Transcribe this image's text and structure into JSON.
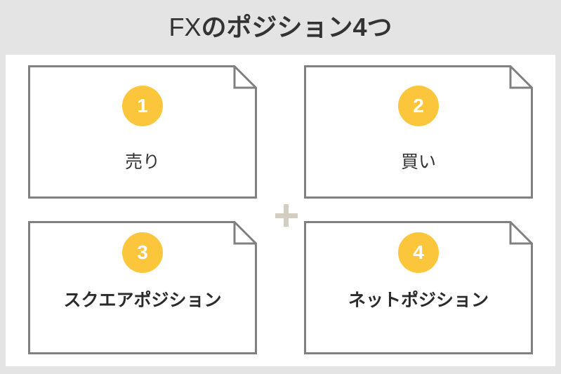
{
  "page": {
    "background_color": "#e4e4e4",
    "panel_color": "#ffffff",
    "title_latin": "FX",
    "title_jp": "のポジション4つ",
    "title_full": "FXのポジション4つ"
  },
  "theme": {
    "badge_color": "#fcc63c",
    "badge_text_color": "#ffffff",
    "card_border_color": "#808080",
    "label_color": "#333333",
    "label_bold_color": "#2b2b2b",
    "separator_color": "#d2cfc2"
  },
  "separator": {
    "symbol": "+",
    "name": "plus-sign"
  },
  "cards": [
    {
      "number": "1",
      "label": "売り",
      "weight": "regular",
      "row": 1,
      "column": 1
    },
    {
      "number": "2",
      "label": "買い",
      "weight": "regular",
      "row": 1,
      "column": 2
    },
    {
      "number": "3",
      "label": "スクエアポジション",
      "weight": "bold",
      "row": 2,
      "column": 1
    },
    {
      "number": "4",
      "label": "ネットポジション",
      "weight": "bold",
      "row": 2,
      "column": 2
    }
  ]
}
